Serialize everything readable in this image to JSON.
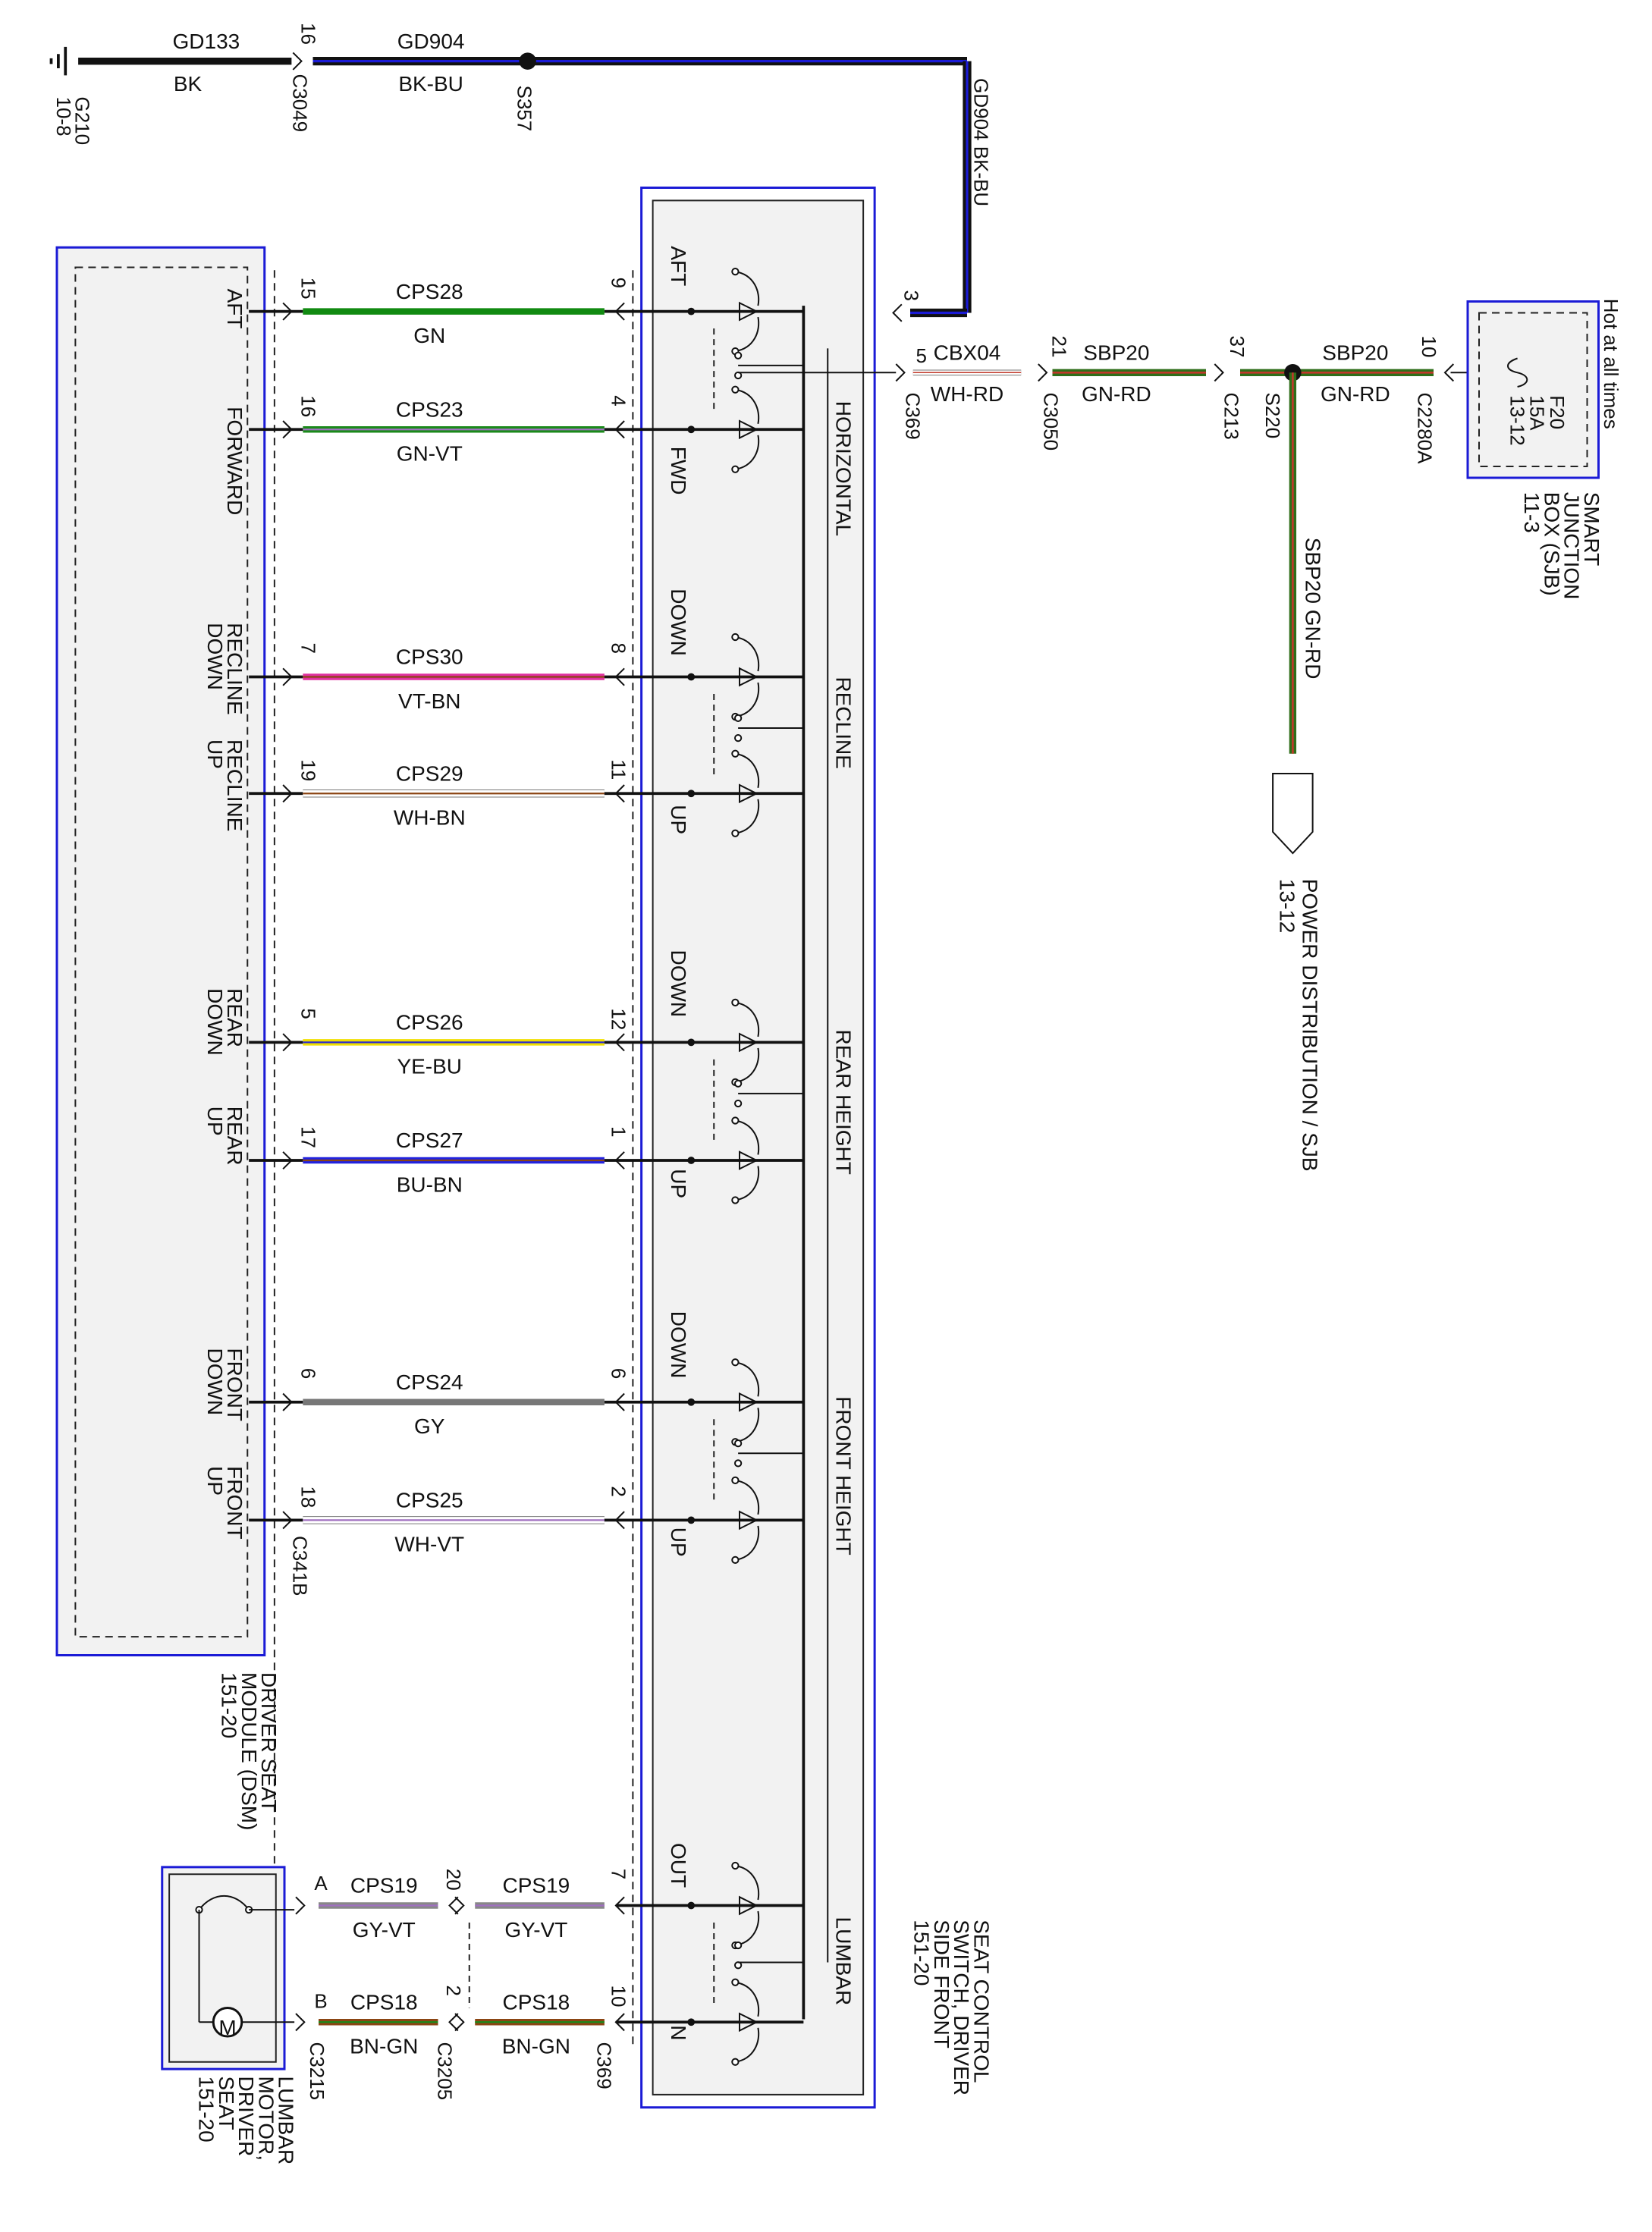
{
  "ground": {
    "name": "G210",
    "page_ref": "10-8",
    "wire": "GD133",
    "color_code": "BK",
    "connector": "C3049",
    "pin": "16"
  },
  "ground_wire": {
    "name": "GD904",
    "color_code": "BK-BU",
    "splice": "S357",
    "vertical_label": "GD904  BK-BU",
    "switch_pin": "3"
  },
  "modules": {
    "dsm_lines": [
      "DRIVER SEAT",
      "MODULE (DSM)",
      "151-20"
    ],
    "dsm_connector": "C341B",
    "switch_lines": [
      "SEAT CONTROL",
      "SWITCH, DRIVER",
      "SIDE FRONT",
      "151-20"
    ],
    "switch_connector": "C369",
    "lumbar_lines": [
      "LUMBAR",
      "MOTOR,",
      "DRIVER",
      "SEAT",
      "151-20"
    ],
    "sjb_lines": [
      "SMART",
      "JUNCTION",
      "BOX (SJB)",
      "11-3"
    ]
  },
  "dsm_wires": [
    {
      "label_lines": [
        "AFT"
      ],
      "dsm_pin": "15",
      "circuit": "CPS28",
      "color_code": "GN",
      "switch_pin": "9",
      "color1": "#118a11",
      "color2": ""
    },
    {
      "label_lines": [
        "FORWARD"
      ],
      "dsm_pin": "16",
      "circuit": "CPS23",
      "color_code": "GN-VT",
      "switch_pin": "4",
      "color1": "#1a8a1a",
      "color2": "#a070c0"
    },
    {
      "label_lines": [
        "RECLINE",
        "DOWN"
      ],
      "dsm_pin": "7",
      "circuit": "CPS30",
      "color_code": "VT-BN",
      "switch_pin": "8",
      "color1": "#e030a0",
      "color2": "#8b4513"
    },
    {
      "label_lines": [
        "RECLINE",
        "UP"
      ],
      "dsm_pin": "19",
      "circuit": "CPS29",
      "color_code": "WH-BN",
      "switch_pin": "11",
      "color1": "#ffffff",
      "color2": "#8b4513"
    },
    {
      "label_lines": [
        "REAR",
        "DOWN"
      ],
      "dsm_pin": "5",
      "circuit": "CPS26",
      "color_code": "YE-BU",
      "switch_pin": "12",
      "color1": "#f0e000",
      "color2": "#2a2ad0"
    },
    {
      "label_lines": [
        "REAR",
        "UP"
      ],
      "dsm_pin": "17",
      "circuit": "CPS27",
      "color_code": "BU-BN",
      "switch_pin": "1",
      "color1": "#2222dd",
      "color2": "#8b4513"
    },
    {
      "label_lines": [
        "FRONT",
        "DOWN"
      ],
      "dsm_pin": "6",
      "circuit": "CPS24",
      "color_code": "GY",
      "switch_pin": "6",
      "color1": "#777777",
      "color2": ""
    },
    {
      "label_lines": [
        "FRONT",
        "UP"
      ],
      "dsm_pin": "18",
      "circuit": "CPS25",
      "color_code": "WH-VT",
      "switch_pin": "2",
      "color1": "#ffffff",
      "color2": "#a070c0"
    }
  ],
  "switch_sections": [
    "HORIZONTAL",
    "RECLINE",
    "REAR HEIGHT",
    "FRONT HEIGHT",
    "LUMBAR"
  ],
  "switch_labels": [
    {
      "top": "AFT",
      "bottom": "FWD"
    },
    {
      "top": "DOWN",
      "bottom": "UP"
    },
    {
      "top": "DOWN",
      "bottom": "UP"
    },
    {
      "top": "DOWN",
      "bottom": "UP"
    },
    {
      "top": "OUT",
      "bottom": "IN"
    }
  ],
  "lumbar_wires": [
    {
      "motor_pin": "A",
      "circuit": "CPS19",
      "color_code": "GY-VT",
      "inline_pin": "20",
      "switch_pin": "7",
      "color1": "#888888",
      "color2": "#a070c0"
    },
    {
      "motor_pin": "B",
      "circuit": "CPS18",
      "color_code": "BN-GN",
      "inline_pin": "2",
      "switch_pin": "10",
      "color1": "#8b4513",
      "color2": "#1a8a1a"
    }
  ],
  "lumbar_connectors": {
    "motor": "C3215",
    "inline": "C3205",
    "switch": "C369"
  },
  "motor_symbol": "M",
  "feed": {
    "switch_pin": "5",
    "switch_connector": "C369",
    "wire1": "CBX04",
    "wire1_color": "WH-RD",
    "conn1_pin": "21",
    "conn1": "C3050",
    "wire2": "SBP20",
    "wire2_color": "GN-RD",
    "conn2_pin": "37",
    "conn2": "C213",
    "splice": "S220",
    "wire3": "SBP20",
    "wire3_color": "GN-RD",
    "conn3_pin": "10",
    "conn3": "C2280A",
    "fuse_lines": [
      "F20",
      "15A",
      "13-12"
    ],
    "hot_label": "Hot at all times",
    "branch_label": "SBP20   GN-RD",
    "dest_lines": [
      "POWER DISTRIBUTION / SJB",
      "13-12"
    ]
  },
  "colors": {
    "gn_rd_base": "#2e6e1a",
    "gn_rd_stripe": "#c0392b",
    "bk": "#111111",
    "bk_bu_stripe": "#1b1bd6",
    "module_outline": "#1b1bd6"
  }
}
